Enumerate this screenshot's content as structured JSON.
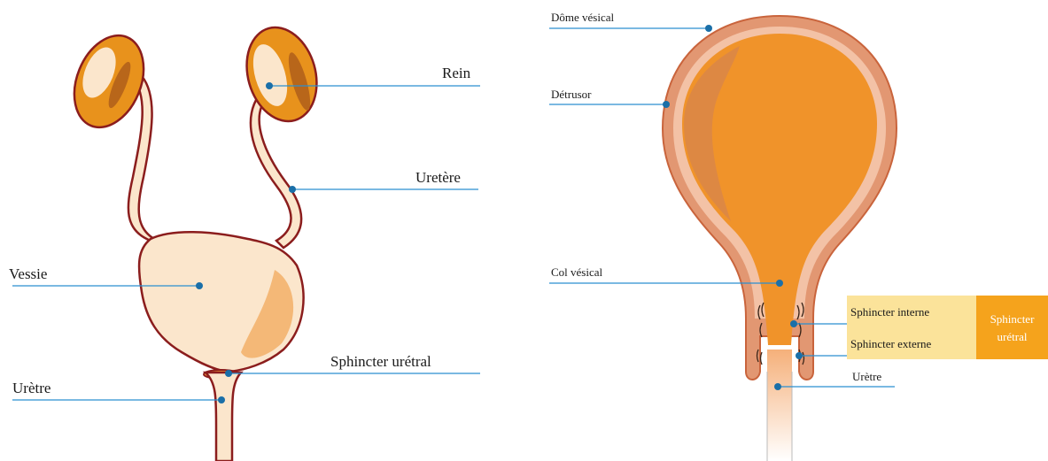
{
  "left_diagram": {
    "labels": {
      "rein": "Rein",
      "uretere": "Uretère",
      "vessie": "Vessie",
      "sphincter_uretral": "Sphincter urétral",
      "uretre": "Urètre"
    }
  },
  "right_diagram": {
    "labels": {
      "dome_vesical": "Dôme vésical",
      "detrusor": "Détrusor",
      "col_vesical": "Col vésical",
      "sphincter_interne": "Sphincter interne",
      "sphincter_externe": "Sphincter externe",
      "uretre": "Urètre"
    },
    "group_label_line1": "Sphincter",
    "group_label_line2": "urétral"
  },
  "colors": {
    "leader_line": "#2a8fd0",
    "dot": "#1a6fa8",
    "organ_fill": "#fbe6cc",
    "organ_outline": "#8b1d1d",
    "kidney_orange": "#e8921c",
    "bladder_orange": "#f0932a",
    "wall": "#e29772",
    "yellow_box": "#fbe39a",
    "orange_box": "#f5a31c"
  }
}
